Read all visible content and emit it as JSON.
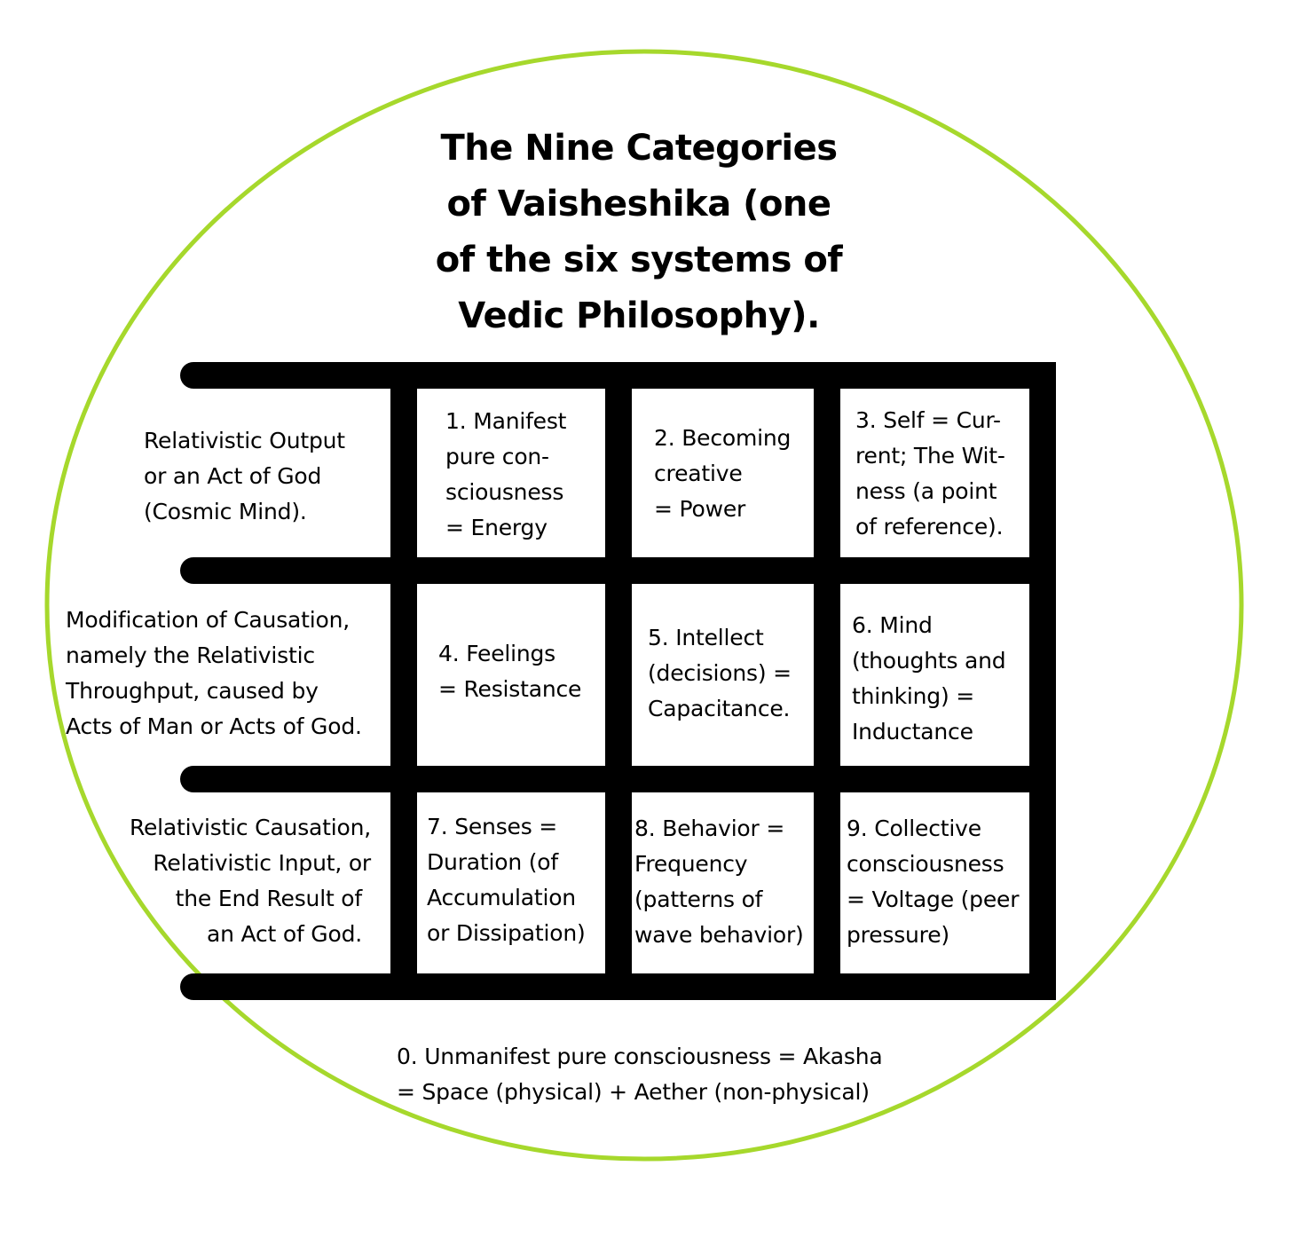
{
  "colors": {
    "circle": "#a6d82c",
    "grid": "#000000",
    "background": "#ffffff"
  },
  "title": [
    "The Nine Categories",
    "of Vaisheshika (one",
    "of the six systems of",
    "Vedic Philosophy)."
  ],
  "rows": [
    {
      "label": [
        "Relativistic Output",
        "or an Act of God",
        "(Cosmic Mind)."
      ]
    },
    {
      "label": [
        "Modification of Causation,",
        "namely the Relativistic",
        "Throughput, caused by",
        "Acts of Man or Acts of God."
      ]
    },
    {
      "label": [
        "Relativistic Causation,",
        "Relativistic Input, or",
        "the End Result of",
        "an Act of God."
      ]
    }
  ],
  "cells": [
    [
      "1. Manifest",
      "pure con-",
      "sciousness",
      "= Energy"
    ],
    [
      "2. Becoming",
      "creative",
      "= Power"
    ],
    [
      "3. Self = Cur-",
      "rent; The Wit-",
      "ness (a point",
      "of reference)."
    ],
    [
      "4. Feelings",
      "= Resistance"
    ],
    [
      "5. Intellect",
      "(decisions) =",
      "Capacitance."
    ],
    [
      "6. Mind",
      "(thoughts and",
      "thinking) =",
      "Inductance"
    ],
    [
      "7. Senses =",
      "Duration (of",
      "Accumulation",
      "or Dissipation)"
    ],
    [
      "8. Behavior =",
      "Frequency",
      "(patterns of",
      "wave behavior)"
    ],
    [
      "9. Collective",
      "consciousness",
      "= Voltage (peer",
      "pressure)"
    ]
  ],
  "footer": [
    "0. Unmanifest pure consciousness = Akasha",
    "= Space (physical) + Aether (non-physical)"
  ]
}
